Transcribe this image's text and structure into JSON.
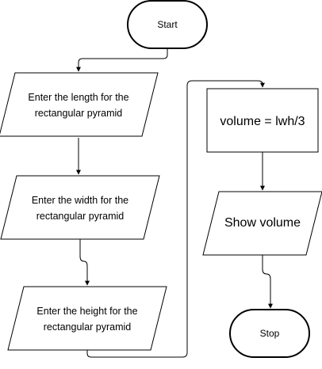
{
  "flowchart": {
    "start": {
      "label": "Start"
    },
    "input_length": {
      "line1": "Enter the length for the",
      "line2": "rectangular pyramid"
    },
    "input_width": {
      "line1": "Enter the width for the",
      "line2": "rectangular pyramid"
    },
    "input_height": {
      "line1": "Enter the height for the",
      "line2": "rectangular pyramid"
    },
    "process_volume": {
      "label": "volume = lwh/3"
    },
    "output_volume": {
      "label": "Show volume"
    },
    "stop": {
      "label": "Stop"
    }
  },
  "colors": {
    "stroke": "#000000",
    "fill": "#ffffff"
  }
}
